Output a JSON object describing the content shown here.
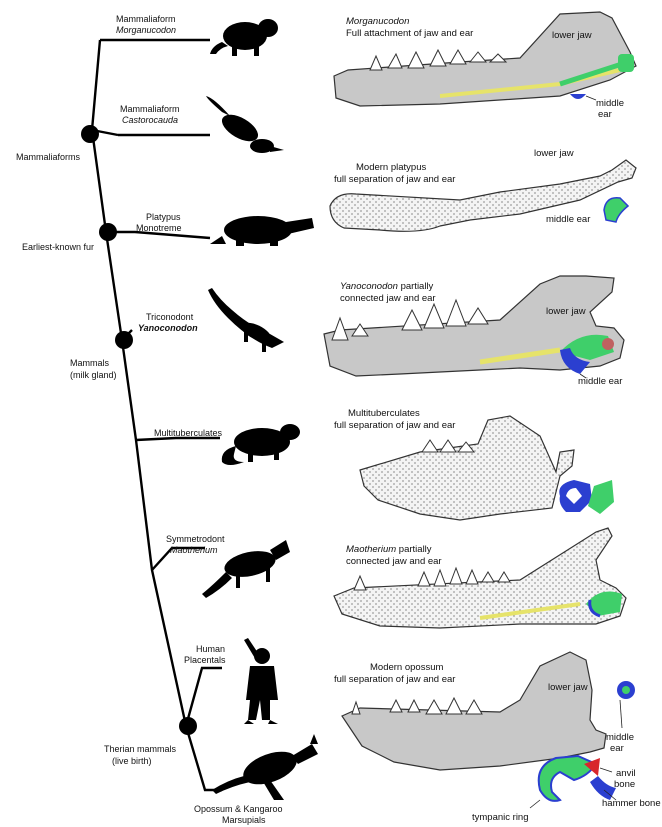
{
  "taxa": [
    {
      "line1": "Mammaliaform",
      "line2": "Morganucodon"
    },
    {
      "line1": "Mammaliaform",
      "line2": "Castorocauda"
    },
    {
      "line1": "Platypus",
      "line2": "Monotreme"
    },
    {
      "line1": "Triconodont",
      "line2": "Yanoconodon"
    },
    {
      "line1": "Multituberculates",
      "line2": ""
    },
    {
      "line1": "Symmetrodont",
      "line2": "Maotherium"
    },
    {
      "line1": "Human",
      "line2": "Placentals"
    },
    {
      "line1": "Opossum & Kangaroo",
      "line2": "Marsupials"
    }
  ],
  "clades": {
    "mammaliaforms": "Mammaliaforms",
    "fur": "Earliest-known fur",
    "mammals_1": "Mammals",
    "mammals_2": "(milk gland)",
    "therian_1": "Therian mammals",
    "therian_2": "(live birth)"
  },
  "panels": [
    {
      "cap1": "Morganucodon",
      "cap2": "Full attachment of jaw and ear",
      "jaw": "lower jaw",
      "ear1": "middle",
      "ear2": "ear"
    },
    {
      "cap1": "Modern platypus",
      "cap2": "full separation of jaw and ear",
      "jaw": "lower jaw",
      "ear": "middle ear"
    },
    {
      "cap1a": "Yanoconodon",
      "cap1b": " partially",
      "cap2": "connected jaw and ear",
      "jaw": "lower jaw",
      "ear": "middle ear"
    },
    {
      "cap1": "Multituberculates",
      "cap2": "full separation of jaw and ear"
    },
    {
      "cap1a": "Maotherium",
      "cap1b": " partially",
      "cap2": "connected jaw and ear"
    },
    {
      "cap1": "Modern opossum",
      "cap2": "full separation of jaw and ear",
      "jaw": "lower jaw",
      "ear1": "middle",
      "ear2": "ear",
      "anvil1": "anvil",
      "anvil2": "bone",
      "hammer": "hammer bone",
      "ring": "tympanic ring"
    }
  ],
  "colors": {
    "bone_grey": "#c8c8c8",
    "stipple_bg": "#f2f2f2",
    "ear_green": "#3fcf6a",
    "ear_blue": "#2b3fd0",
    "ear_yellow": "#e6e36a",
    "ear_red": "#d8262c"
  }
}
